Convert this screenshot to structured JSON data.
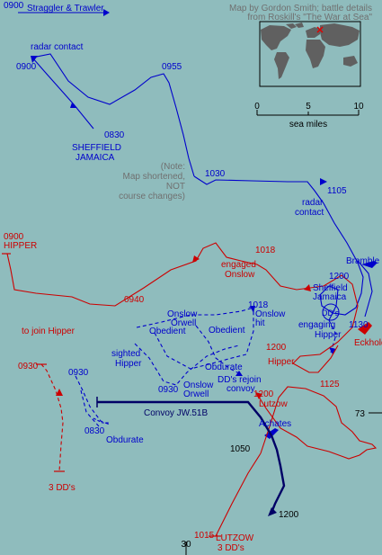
{
  "credit": [
    "Map by Gordon Smith; battle details",
    "from Roskill's \"The War at Sea\""
  ],
  "scale": {
    "ticks": [
      "0",
      "5",
      "10"
    ],
    "label": "sea miles"
  },
  "note": [
    "(Note:",
    "Map shortened,",
    "NOT",
    "course changes)"
  ],
  "grid": {
    "lat": "73",
    "lon": "30"
  },
  "convoy": "Convoy JW.51B",
  "times": {
    "t0900_top": "0900",
    "t0900_mid": "0900",
    "t0955": "0955",
    "t0830_sheff": "0830",
    "t1030": "1030",
    "t1105": "1105",
    "t1018_red": "1018",
    "t0940": "0940",
    "t1018_blue": "1018",
    "t1200_sheff": "1200",
    "t1130": "1130",
    "t1200_hipper": "1200",
    "t1125": "1125",
    "t0930_red": "0930",
    "t0930_blue1": "0930",
    "t0930_blue2": "0930",
    "t0830_obd": "0830",
    "t1200_lutzow": "1200",
    "t1050": "1050",
    "t1200_convoy": "1200",
    "t1015": "1015"
  },
  "labels": {
    "straggler": "Straggler & Trawler",
    "radar_contact_1": "radar contact",
    "sheffield_1": "SHEFFIELD",
    "jamaica_1": "JAMAICA",
    "radar_contact_2a": "radar",
    "radar_contact_2b": "contact",
    "hipper_caps": "HIPPER",
    "engaged_onslow_a": "engaged",
    "engaged_onslow_b": "Onslow",
    "bramble": "Bramble",
    "sheffield_2": "Sheffield",
    "jamaica_2": "Jamaica",
    "dds": "DD's",
    "engaging_a": "engaging",
    "engaging_b": "Hipper",
    "eckholdt": "Eckholdt",
    "hipper": "Hipper",
    "onslow_hit_a": "Onslow",
    "onslow_hit_b": "hit",
    "onslow_1": "Onslow",
    "orwell_1": "Orwell",
    "obedient_1": "Obedient",
    "obedient_2": "Obedient",
    "sighted_a": "sighted",
    "sighted_b": "Hipper",
    "obdurate_1": "Obdurate",
    "onslow_2": "Onslow",
    "orwell_2": "Orwell",
    "dds_rejoin_a": "DD's rejoin",
    "dds_rejoin_b": "convoy",
    "lutzow": "Lutzow",
    "achates": "Achates",
    "to_join": "to join Hipper",
    "three_dds_1": "3 DD's",
    "obdurate_2": "Obdurate",
    "lutzow_caps": "LUTZOW",
    "three_dds_2": "3 DD's"
  },
  "colors": {
    "sea": "#8fbcbd",
    "british": "#0000cc",
    "german": "#cc0000",
    "convoy": "#000066",
    "land": "#606060",
    "inset_sea": "#8fbcbd"
  }
}
